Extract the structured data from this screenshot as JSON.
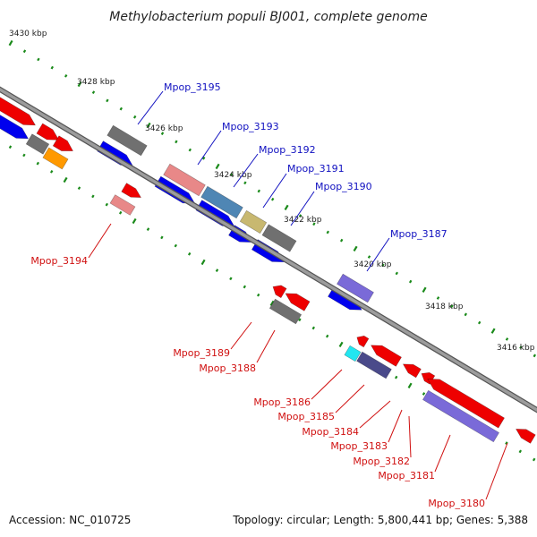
{
  "title": "Methylobacterium populi BJ001, complete genome",
  "footer": {
    "accession": "Accession: NC_010725",
    "topology": "Topology: circular; Length: 5,800,441 bp; Genes: 5,388"
  },
  "ticks": [
    "3430 kbp",
    "3428 kbp",
    "3426 kbp",
    "3424 kbp",
    "3422 kbp",
    "3420 kbp",
    "3418 kbp",
    "3416 kbp"
  ],
  "colors": {
    "forward_label": "#1010c0",
    "reverse_label": "#d01010",
    "backbone": "#888888",
    "tick_dots": "#1a8a1a",
    "red": "#ee0000",
    "blue": "#0000ee",
    "gray": "#707070",
    "orange": "#ff9900",
    "pink": "#e88888",
    "steelblue": "#4f86b4",
    "khaki": "#c8b870",
    "slateblue": "#7a6ad8",
    "darkslate": "#4a4a8a",
    "cyan": "#22e6f0"
  },
  "genes_forward": [
    "Mpop_3195",
    "Mpop_3193",
    "Mpop_3192",
    "Mpop_3191",
    "Mpop_3190",
    "Mpop_3187"
  ],
  "genes_reverse": [
    "Mpop_3194",
    "Mpop_3189",
    "Mpop_3188",
    "Mpop_3186",
    "Mpop_3185",
    "Mpop_3184",
    "Mpop_3183",
    "Mpop_3182",
    "Mpop_3181",
    "Mpop_3180"
  ]
}
